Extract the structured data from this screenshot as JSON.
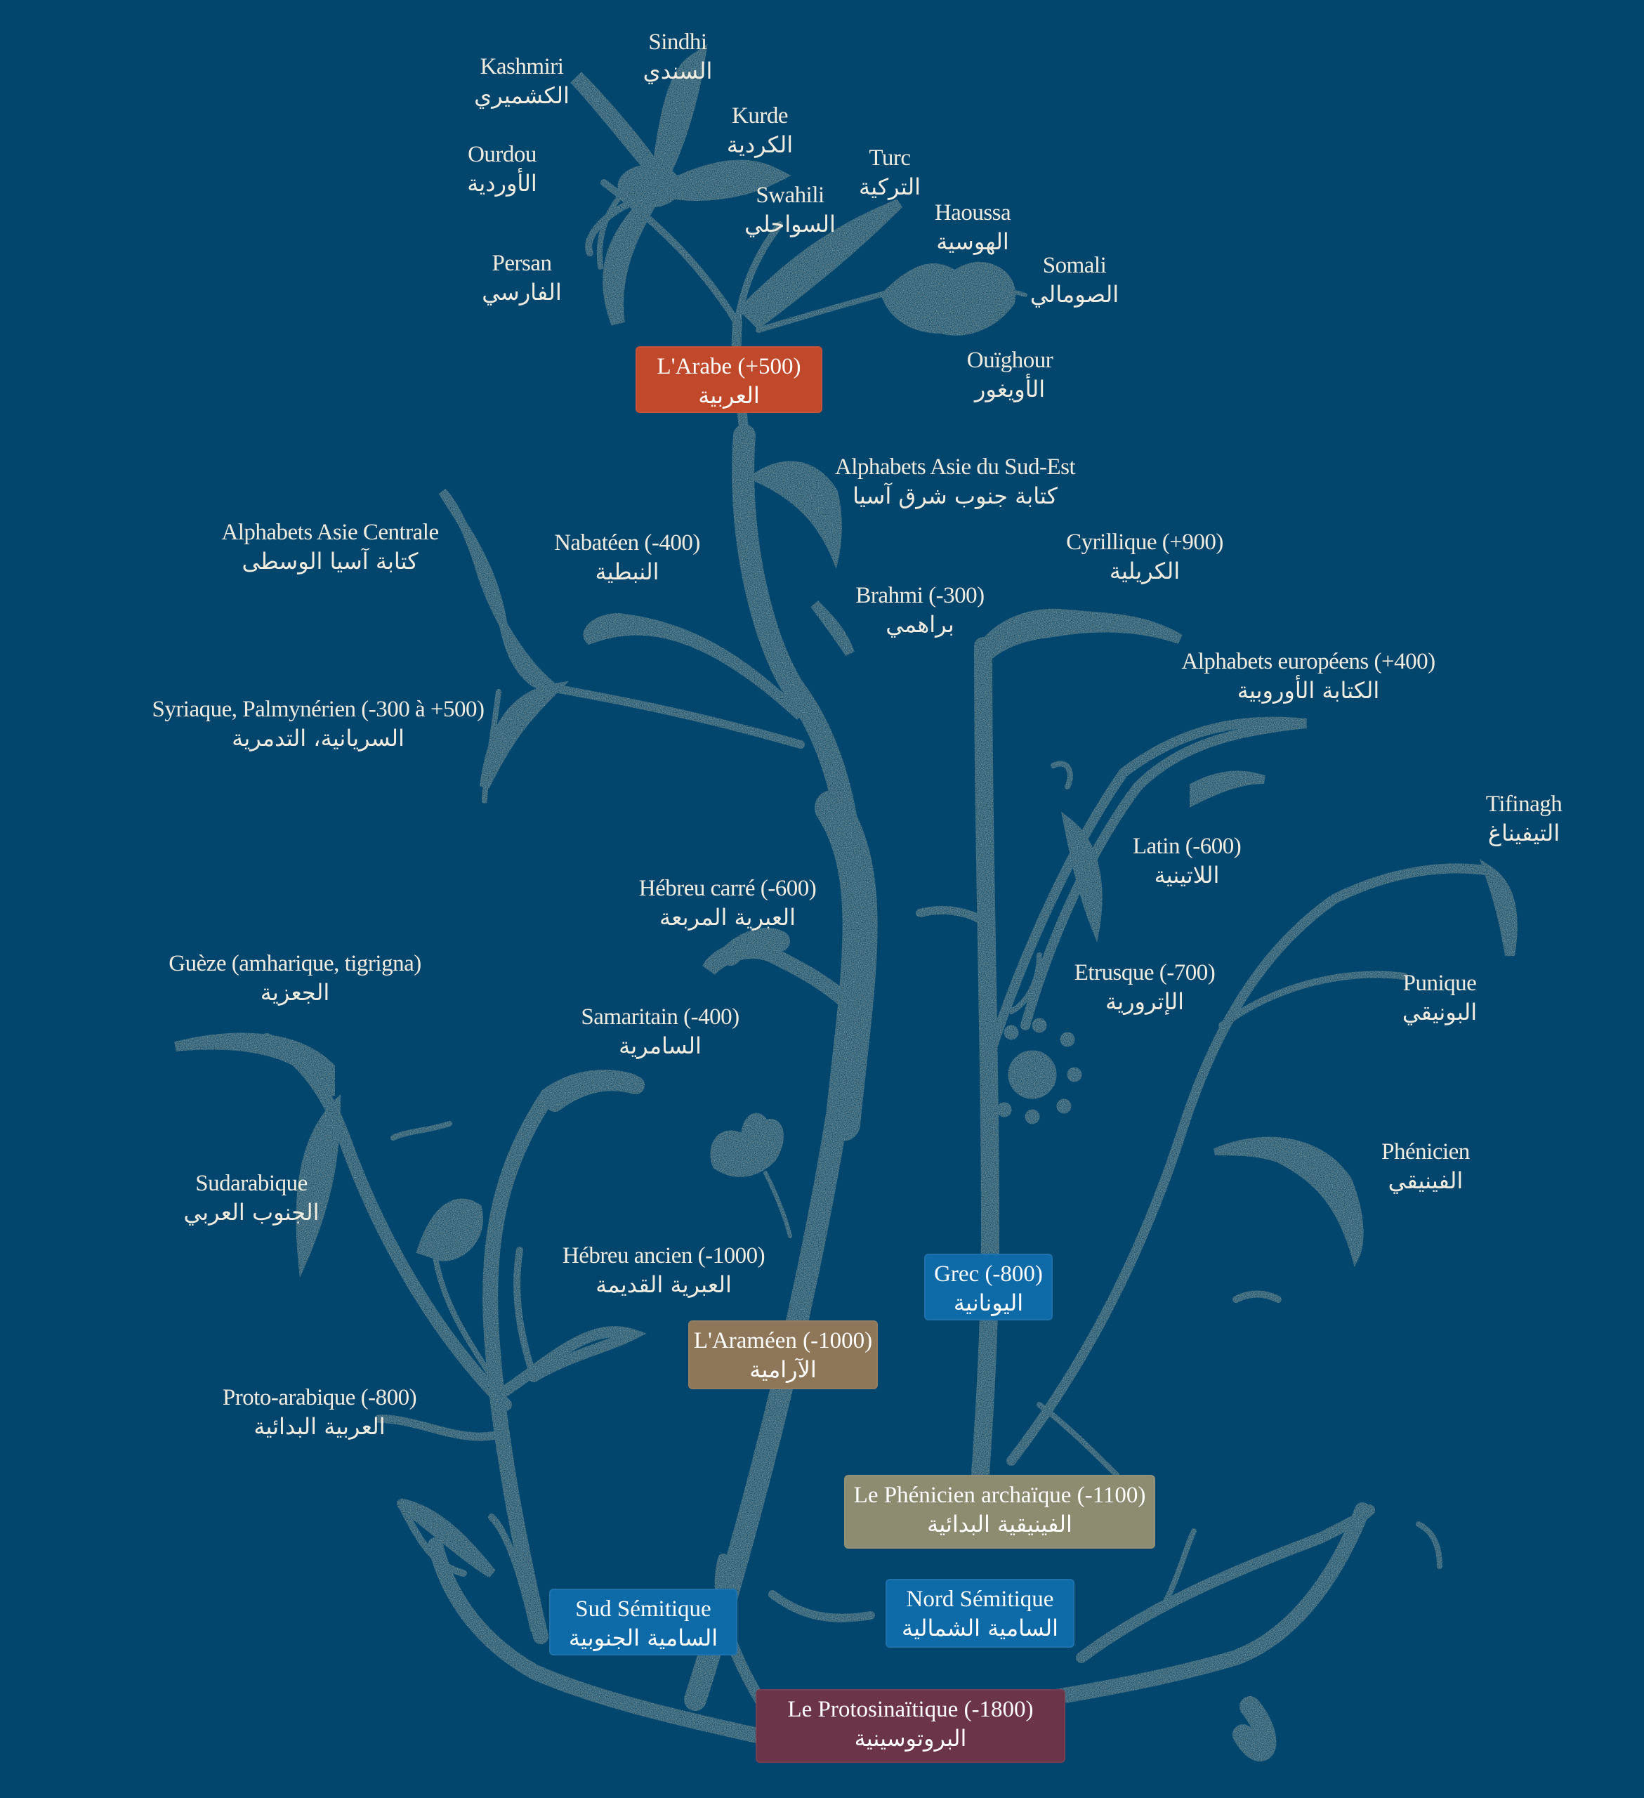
{
  "colors": {
    "background": "#03466d",
    "plant": "#d4cab0",
    "arabic_box": "#c1492b",
    "blue_box": "#0f6aa8",
    "aramaic_box": "#8e7658",
    "phoenician_box": "#8b8c70",
    "protosinaitic_box": "#6b3448"
  },
  "roots": {
    "protosinaitic": {
      "fr": "Le Protosinaïtique (-1800)",
      "ar": "البروتوسينية"
    },
    "north_semitic": {
      "fr": "Nord Sémitique",
      "ar": "السامية الشمالية"
    },
    "south_semitic": {
      "fr": "Sud Sémitique",
      "ar": "السامية الجنوبية"
    },
    "archaic_phoenician": {
      "fr": "Le Phénicien archaïque (-1100)",
      "ar": "الفينيقية البدائية"
    },
    "aramaic": {
      "fr": "L'Araméen (-1000)",
      "ar": "الآرامية"
    },
    "greek": {
      "fr": "Grec (-800)",
      "ar": "اليونانية"
    },
    "arabic": {
      "fr": "L'Arabe (+500)",
      "ar": "العربية"
    }
  },
  "labels": {
    "kashmiri": {
      "fr": "Kashmiri",
      "ar": "الكشميري"
    },
    "sindhi": {
      "fr": "Sindhi",
      "ar": "السندي"
    },
    "kurde": {
      "fr": "Kurde",
      "ar": "الكردية"
    },
    "ourdou": {
      "fr": "Ourdou",
      "ar": "الأوردية"
    },
    "turc": {
      "fr": "Turc",
      "ar": "التركية"
    },
    "swahili": {
      "fr": "Swahili",
      "ar": "السواحلي"
    },
    "haoussa": {
      "fr": "Haoussa",
      "ar": "الهوسية"
    },
    "persan": {
      "fr": "Persan",
      "ar": "الفارسي"
    },
    "somali": {
      "fr": "Somali",
      "ar": "الصومالي"
    },
    "ouighour": {
      "fr": "Ouïghour",
      "ar": "الأويغور"
    },
    "asie_sud_est": {
      "fr": "Alphabets Asie du Sud-Est",
      "ar": "كتابة جنوب شرق آسيا"
    },
    "asie_centrale": {
      "fr": "Alphabets Asie Centrale",
      "ar": "كتابة آسيا الوسطى"
    },
    "nabateen": {
      "fr": "Nabatéen (-400)",
      "ar": "النبطية"
    },
    "cyrillique": {
      "fr": "Cyrillique (+900)",
      "ar": "الكريلية"
    },
    "brahmi": {
      "fr": "Brahmi (-300)",
      "ar": "براهمي"
    },
    "europeens": {
      "fr": "Alphabets européens (+400)",
      "ar": "الكتابة الأوروبية"
    },
    "syriaque": {
      "fr": "Syriaque, Palmynérien (-300 à +500)",
      "ar": "السريانية، التدمرية"
    },
    "tifinagh": {
      "fr": "Tifinagh",
      "ar": "التيفيناغ"
    },
    "latin": {
      "fr": "Latin (-600)",
      "ar": "اللاتينية"
    },
    "hebreu_carre": {
      "fr": "Hébreu carré (-600)",
      "ar": "العبرية المربعة"
    },
    "gueze": {
      "fr": "Guèze (amharique, tigrigna)",
      "ar": "الجعزية"
    },
    "etrusque": {
      "fr": "Etrusque (-700)",
      "ar": "الإترورية"
    },
    "punique": {
      "fr": "Punique",
      "ar": "البونيقي"
    },
    "samaritain": {
      "fr": "Samaritain (-400)",
      "ar": "السامرية"
    },
    "phenicien": {
      "fr": "Phénicien",
      "ar": "الفينيقي"
    },
    "sudarabique": {
      "fr": "Sudarabique",
      "ar": "الجنوب العربي"
    },
    "hebreu_ancien": {
      "fr": "Hébreu ancien (-1000)",
      "ar": "العبرية القديمة"
    },
    "proto_arabique": {
      "fr": "Proto-arabique (-800)",
      "ar": "العربية البدائية"
    }
  }
}
